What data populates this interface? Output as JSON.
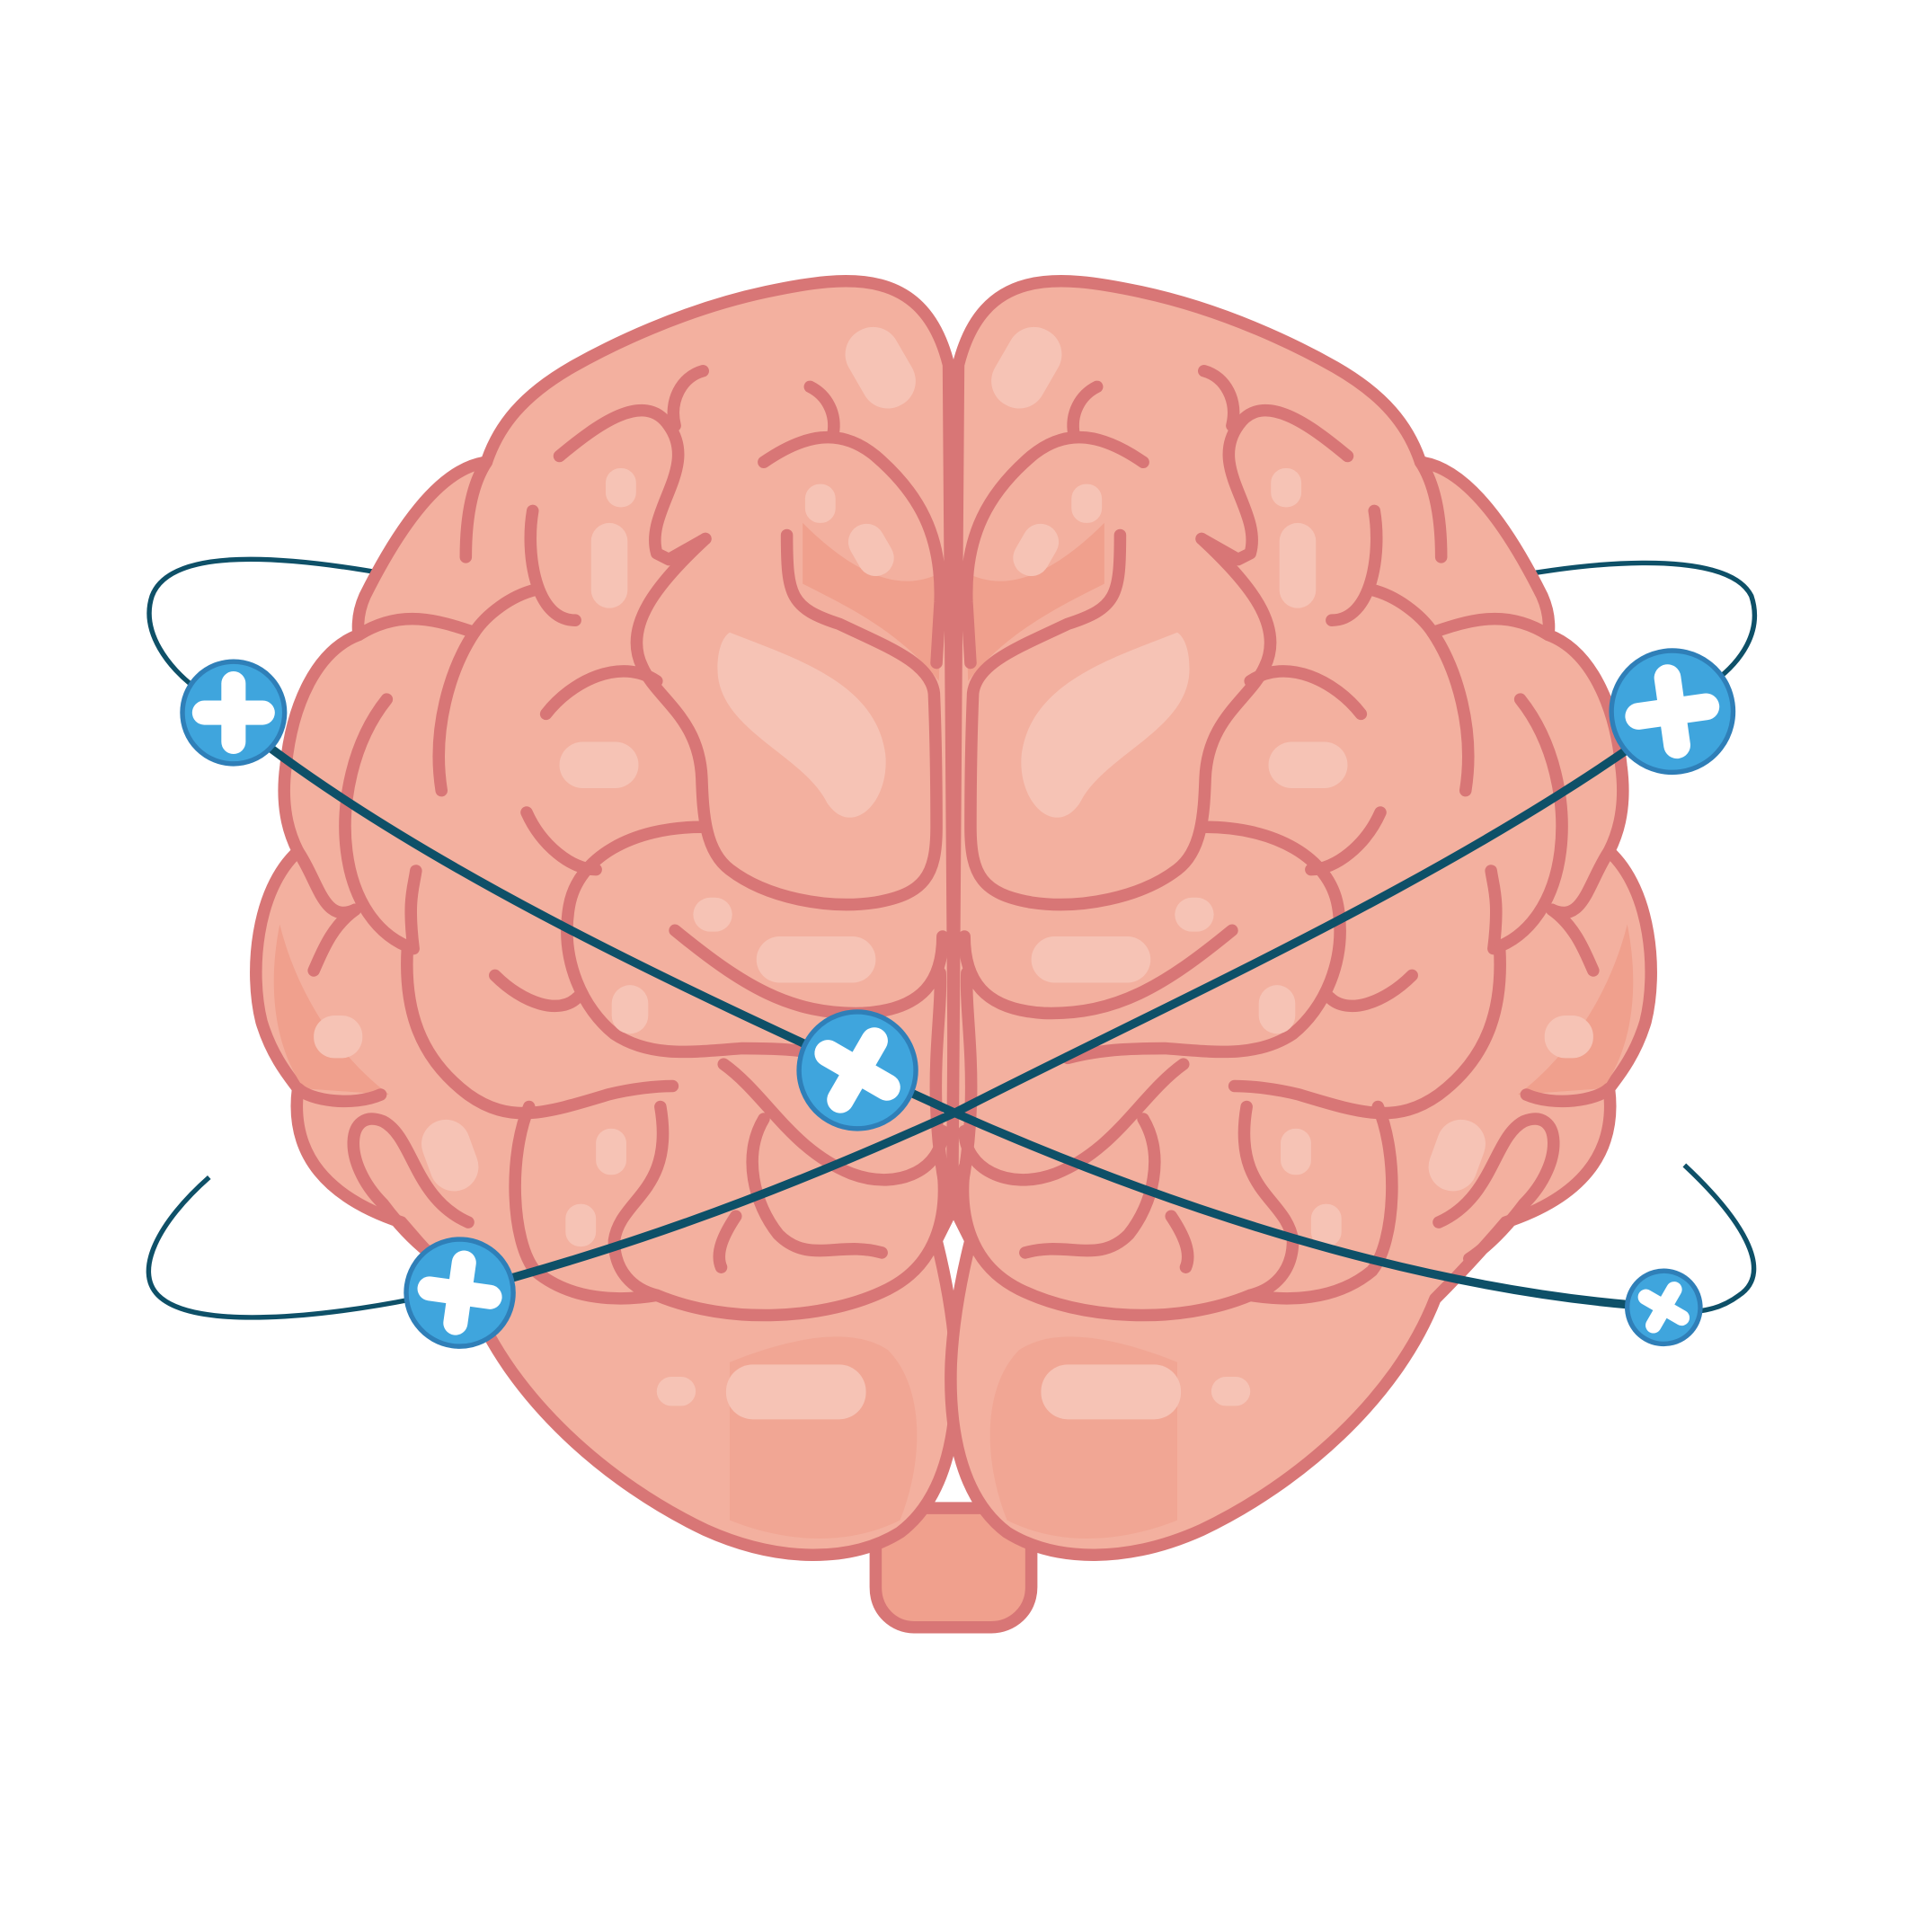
{
  "illustration": {
    "subject": "brain",
    "colors": {
      "brain_fill": "#f3b09f",
      "brain_outline": "#d87676",
      "brain_shade": "#f0a08d",
      "highlight": "#f6c3b5",
      "orbit": "#0e5068",
      "marker": "#3fa5dd"
    },
    "markers": [
      "plus-marker",
      "plus-marker",
      "plus-marker",
      "plus-marker",
      "plus-marker"
    ]
  }
}
